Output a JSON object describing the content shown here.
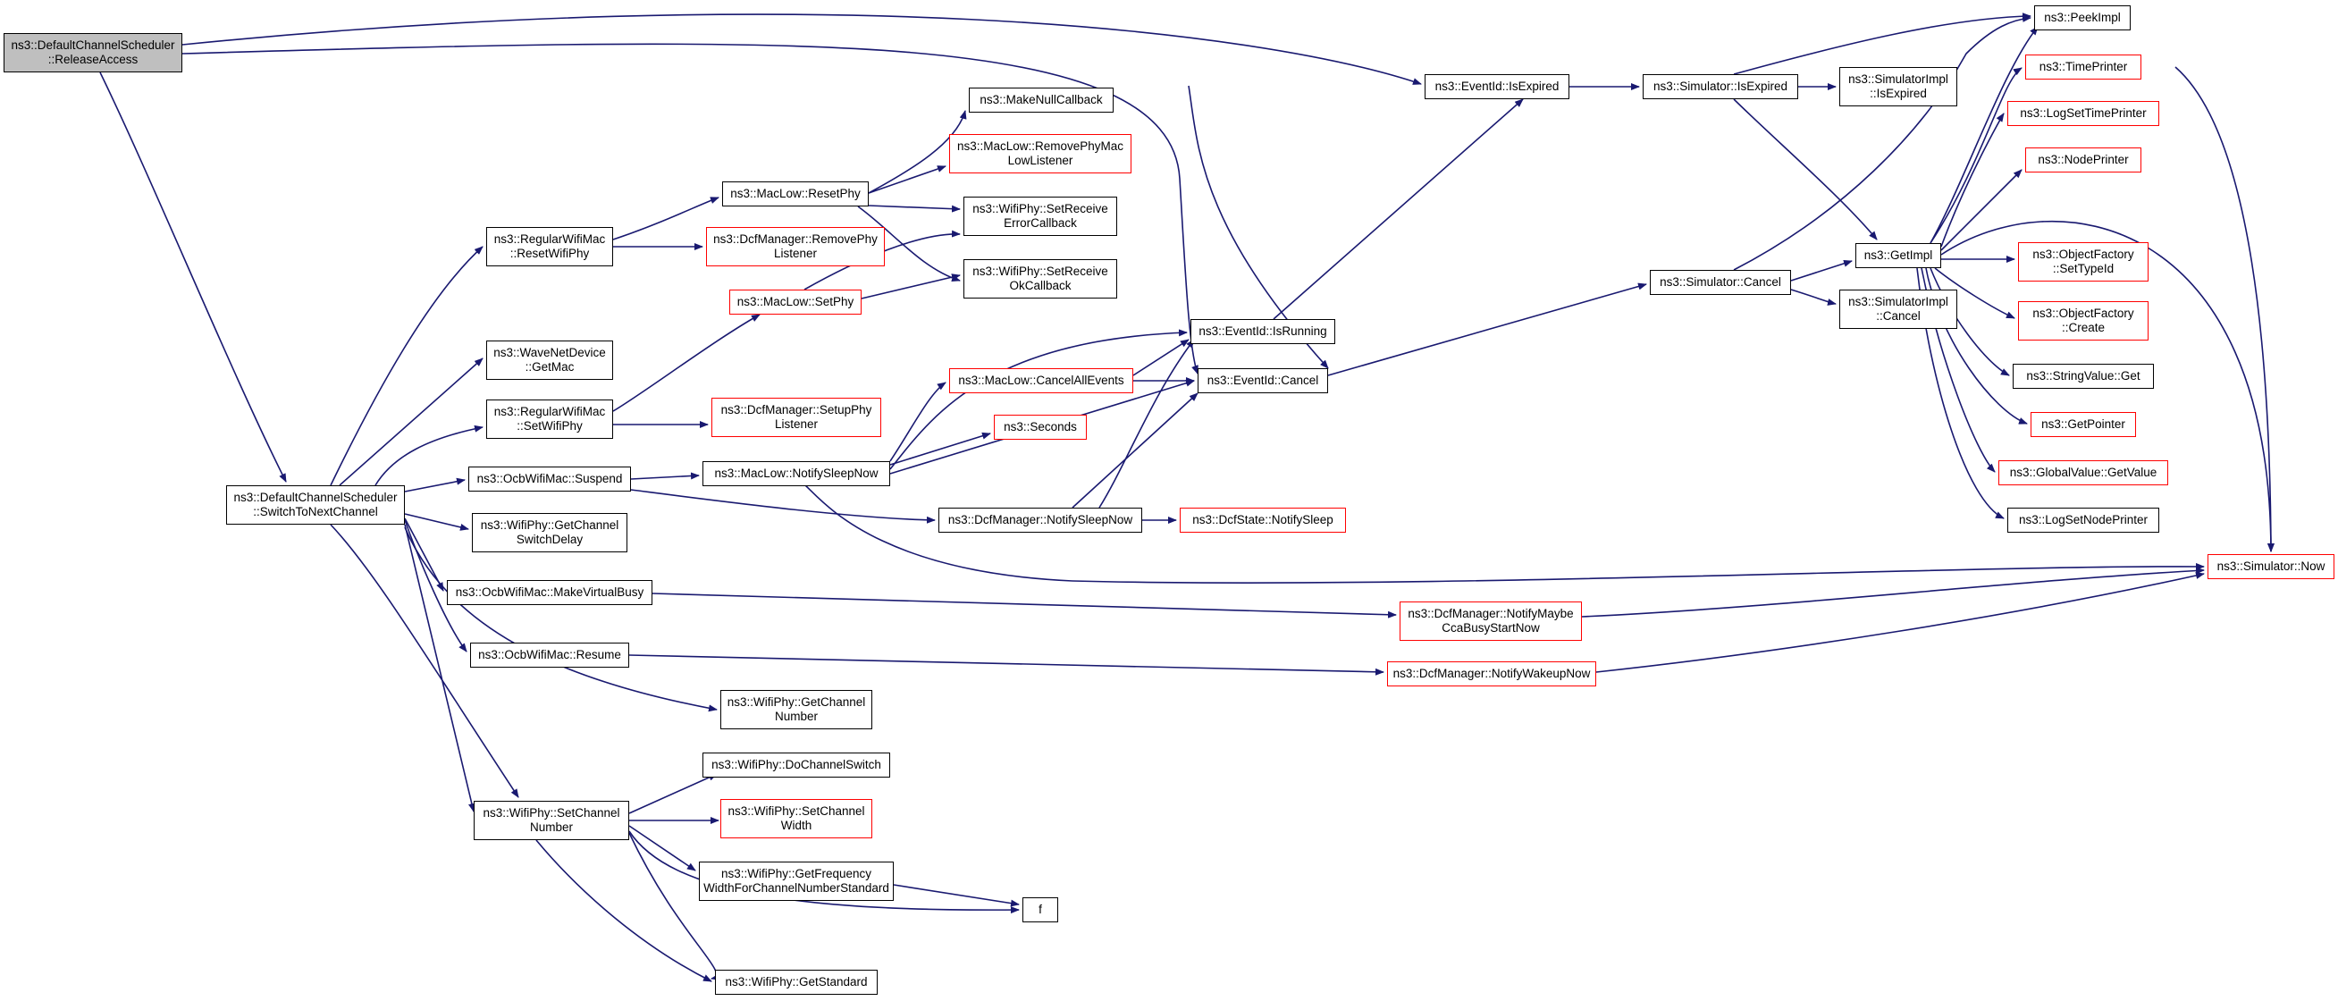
{
  "style": {
    "edge_color": "#191970",
    "node_border": "#000000",
    "truncated_border": "#ff0000",
    "root_fill": "#bfbfbf"
  },
  "nodes": {
    "release_access": "ns3::DefaultChannelScheduler\n::ReleaseAccess",
    "switch_to_next_channel": "ns3::DefaultChannelScheduler\n::SwitchToNextChannel",
    "regular_reset_wifi_phy": "ns3::RegularWifiMac\n::ResetWifiPhy",
    "wave_get_mac": "ns3::WaveNetDevice\n::GetMac",
    "regular_set_wifi_phy": "ns3::RegularWifiMac\n::SetWifiPhy",
    "ocb_suspend": "ns3::OcbWifiMac::Suspend",
    "wifiphy_get_channel_switch_delay": "ns3::WifiPhy::GetChannel\nSwitchDelay",
    "ocb_make_virtual_busy": "ns3::OcbWifiMac::MakeVirtualBusy",
    "ocb_resume": "ns3::OcbWifiMac::Resume",
    "wifiphy_set_channel_number": "ns3::WifiPhy::SetChannel\nNumber",
    "maclow_reset_phy": "ns3::MacLow::ResetPhy",
    "dcf_remove_phy_listener": "ns3::DcfManager::RemovePhy\nListener",
    "maclow_set_phy": "ns3::MacLow::SetPhy",
    "dcf_setup_phy_listener": "ns3::DcfManager::SetupPhy\nListener",
    "maclow_notify_sleep_now": "ns3::MacLow::NotifySleepNow",
    "make_null_callback": "ns3::MakeNullCallback",
    "maclow_remove_phy_mac_low_listener": "ns3::MacLow::RemovePhyMac\nLowListener",
    "wifiphy_set_receive_error_callback": "ns3::WifiPhy::SetReceive\nErrorCallback",
    "wifiphy_set_receive_ok_callback": "ns3::WifiPhy::SetReceive\nOkCallback",
    "maclow_cancel_all_events": "ns3::MacLow::CancelAllEvents",
    "seconds": "ns3::Seconds",
    "dcf_notify_sleep_now": "ns3::DcfManager::NotifySleepNow",
    "dcfstate_notify_sleep": "ns3::DcfState::NotifySleep",
    "dcf_notify_maybe_cca_busy_start_now": "ns3::DcfManager::NotifyMaybe\nCcaBusyStartNow",
    "dcf_notify_wakeup_now": "ns3::DcfManager::NotifyWakeupNow",
    "eventid_is_expired": "ns3::EventId::IsExpired",
    "eventid_is_running": "ns3::EventId::IsRunning",
    "eventid_cancel": "ns3::EventId::Cancel",
    "simulator_is_expired": "ns3::Simulator::IsExpired",
    "simulatorimpl_is_expired": "ns3::SimulatorImpl\n::IsExpired",
    "simulator_cancel": "ns3::Simulator::Cancel",
    "simulatorimpl_cancel": "ns3::SimulatorImpl\n::Cancel",
    "get_impl": "ns3::GetImpl",
    "peek_impl": "ns3::PeekImpl",
    "time_printer": "ns3::TimePrinter",
    "log_set_time_printer": "ns3::LogSetTimePrinter",
    "node_printer": "ns3::NodePrinter",
    "object_factory_set_type_id": "ns3::ObjectFactory\n::SetTypeId",
    "object_factory_create": "ns3::ObjectFactory\n::Create",
    "string_value_get": "ns3::StringValue::Get",
    "get_pointer": "ns3::GetPointer",
    "global_value_get_value": "ns3::GlobalValue::GetValue",
    "log_set_node_printer": "ns3::LogSetNodePrinter",
    "simulator_now": "ns3::Simulator::Now",
    "wifiphy_get_channel_number": "ns3::WifiPhy::GetChannel\nNumber",
    "wifiphy_do_channel_switch": "ns3::WifiPhy::DoChannelSwitch",
    "wifiphy_set_channel_width": "ns3::WifiPhy::SetChannel\nWidth",
    "wifiphy_get_frequency_width": "ns3::WifiPhy::GetFrequency\nWidthForChannelNumberStandard",
    "f": "f",
    "wifiphy_get_standard": "ns3::WifiPhy::GetStandard"
  }
}
